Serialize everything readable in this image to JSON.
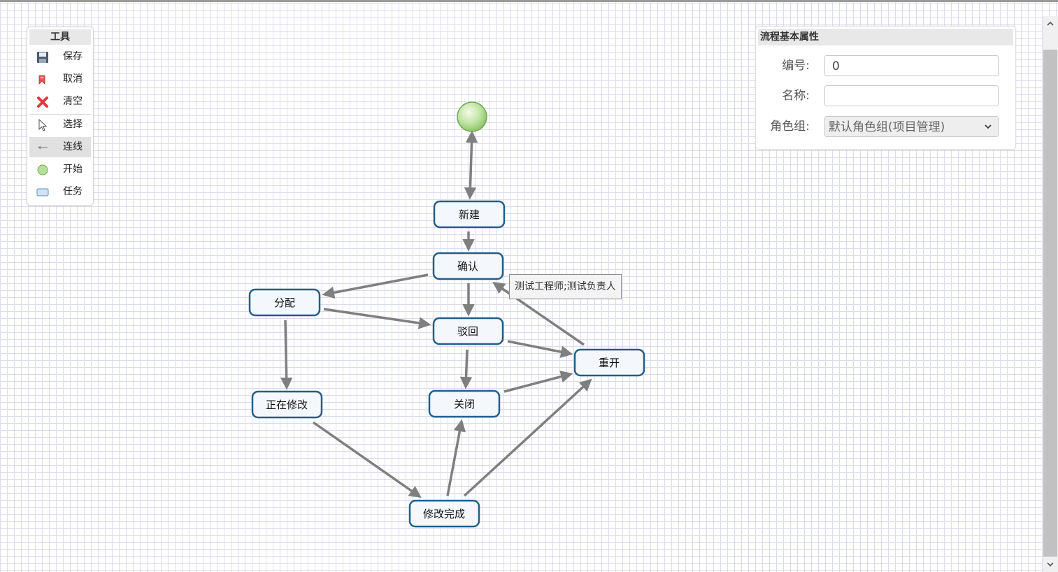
{
  "toolbox": {
    "title": "工具",
    "tools": [
      {
        "label": "保存",
        "icon": "save-icon"
      },
      {
        "label": "取消",
        "icon": "undo-icon"
      },
      {
        "label": "清空",
        "icon": "clear-icon"
      },
      {
        "label": "选择",
        "icon": "cursor-icon"
      },
      {
        "label": "连线",
        "icon": "connect-icon"
      },
      {
        "label": "开始",
        "icon": "start-node-icon"
      },
      {
        "label": "任务",
        "icon": "task-icon"
      }
    ]
  },
  "properties": {
    "title": "流程基本属性",
    "id_label": "编号:",
    "id_value": "0",
    "name_label": "名称:",
    "name_value": "",
    "role_label": "角色组:",
    "role_value": "默认角色组(项目管理)"
  },
  "flow": {
    "nodes": {
      "new": "新建",
      "confirm": "确认",
      "assign": "分配",
      "reject": "驳回",
      "reopen": "重开",
      "modifying": "正在修改",
      "close": "关闭",
      "modified": "修改完成"
    },
    "tooltip": "测试工程师;测试负责人"
  },
  "colors": {
    "node_border": "#1f5f8b",
    "node_fill": "#f4f7fb",
    "edge": "#7f7f7f",
    "start_fill": "#a7d88a"
  }
}
